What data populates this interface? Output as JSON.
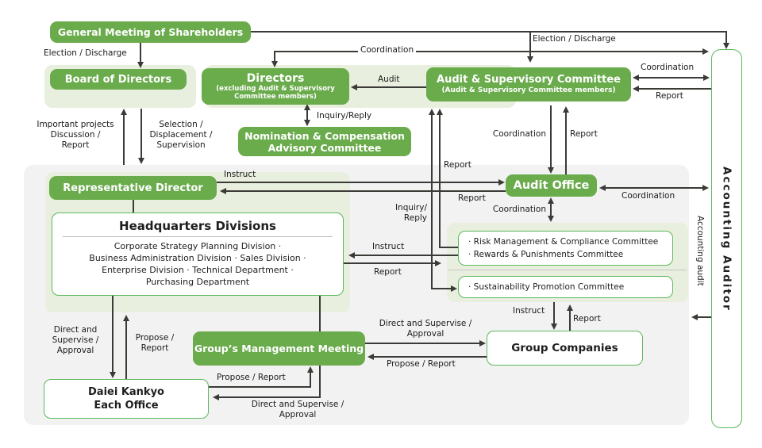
{
  "colors": {
    "node_green": "#6aab4c",
    "container_light_green": "#e9efde",
    "container_gray": "#f2f2f2",
    "box_border_green": "#5cb85c",
    "line": "#3a3a36"
  },
  "nodes": {
    "gms": "General Meeting of Shareholders",
    "board": "Board of Directors",
    "directors": "Directors",
    "directors_sub": "(excluding Audit & Supervisory\nCommittee members)",
    "asc": "Audit & Supervisory Committee",
    "asc_sub": "(Audit & Supervisory Committee members)",
    "nomination": "Nomination & Compensation\nAdvisory Committee",
    "rep_director": "Representative Director",
    "audit_office": "Audit Office",
    "hq_title": "Headquarters Divisions",
    "hq_divisions": "Corporate Strategy Planning Division ·\nBusiness Administration Division · Sales Division ·\nEnterprise Division · Technical Department ·\nPurchasing Department",
    "risk_committees": "· Risk Management & Compliance Committee\n· Rewards & Punishments Committee",
    "sustainability_committee": "· Sustainability Promotion Committee",
    "gmm": "Group’s Management Meeting",
    "group_companies": "Group Companies",
    "daiei": "Daiei Kankyo\nEach Office",
    "accounting_auditor": "Accounting Auditor"
  },
  "edges": {
    "election_discharge_left": "Election / Discharge",
    "election_discharge_top": "Election / Discharge",
    "coordination_directors_auditor": "Coordination",
    "coordination_asc_auditor": "Coordination",
    "report_auditor_asc": "Report",
    "audit": "Audit",
    "inquiry_reply_top": "Inquiry/Reply",
    "important_projects": "Important projects\nDiscussion /\nReport",
    "selection": "Selection /\nDisplacement /\nSupervision",
    "instruct_rep_audit_office": "Instruct",
    "report_audit_office_rep": "Report",
    "report_to_asc": "Report",
    "inquiry_reply_mid": "Inquiry/\nReply",
    "coordination_asc_audit_office": "Coordination",
    "report_audit_office_asc": "Report",
    "coordination_audit_office_committees": "Coordination",
    "coordination_audit_office_auditor": "Coordination",
    "instruct_committees_hq": "Instruct",
    "report_hq_asc": "Report",
    "direct_supervise_hq_daiei": "Direct and\nSupervise /\nApproval",
    "propose_report_daiei_hq": "Propose /\nReport",
    "direct_supervise_gmm_gc": "Direct and Supervise /\nApproval",
    "propose_report_gc_gmm": "Propose / Report",
    "propose_report_daiei_gmm": "Propose / Report",
    "direct_supervise_gmm_daiei": "Direct and Supervise /\nApproval",
    "instruct_committee_gc": "Instruct",
    "report_gc_committee": "Report",
    "accounting_audit": "Accounting audit"
  }
}
